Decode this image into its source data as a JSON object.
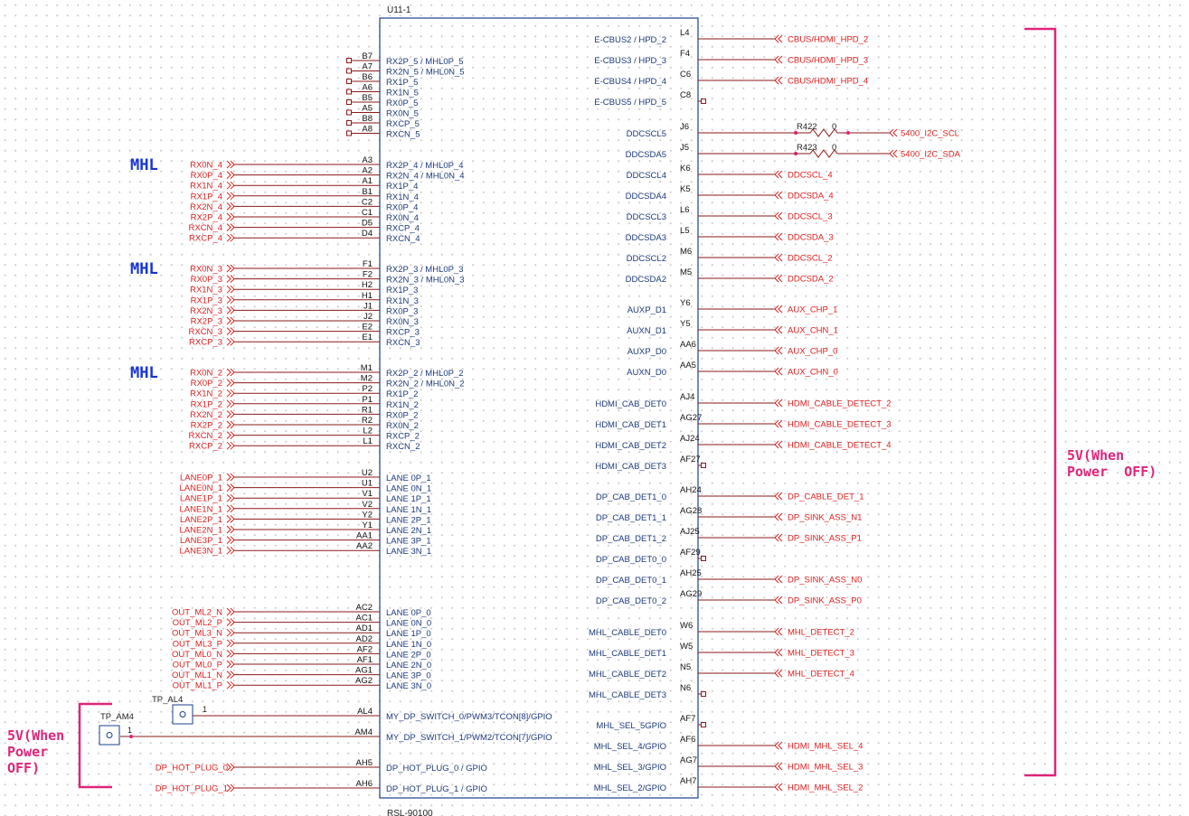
{
  "part": {
    "ref": "U11-1",
    "footer": "RSL-90100"
  },
  "annotations": {
    "mhl": "MHL",
    "five_v_right": "5V(When\nPower  OFF)",
    "five_v_left": "5V(When\nPower\nOFF)"
  },
  "testpoints": [
    {
      "label": "TP_AL4",
      "pin": "1",
      "net": "AL4"
    },
    {
      "label": "TP_AM4",
      "pin": "1",
      "net": "AM4"
    }
  ],
  "left_nc_pins": [
    {
      "pin": "B7",
      "name": "RX2P_5 / MHL0P_5"
    },
    {
      "pin": "A7",
      "name": "RX2N_5 / MHL0N_5"
    },
    {
      "pin": "B6",
      "name": "RX1P_5"
    },
    {
      "pin": "A6",
      "name": "RX1N_5"
    },
    {
      "pin": "B5",
      "name": "RX0P_5"
    },
    {
      "pin": "A5",
      "name": "RX0N_5"
    },
    {
      "pin": "B8",
      "name": "RXCP_5"
    },
    {
      "pin": "A8",
      "name": "RXCN_5"
    }
  ],
  "left_groups": [
    [
      {
        "net": "RX0N_4",
        "pin": "A3",
        "name": "RX2P_4 / MHL0P_4"
      },
      {
        "net": "RX0P_4",
        "pin": "A2",
        "name": "RX2N_4 / MHL0N_4"
      },
      {
        "net": "RX1N_4",
        "pin": "A1",
        "name": "RX1P_4"
      },
      {
        "net": "RX1P_4",
        "pin": "B1",
        "name": "RX1N_4"
      },
      {
        "net": "RX2N_4",
        "pin": "C2",
        "name": "RX0P_4"
      },
      {
        "net": "RX2P_4",
        "pin": "C1",
        "name": "RX0N_4"
      },
      {
        "net": "RXCN_4",
        "pin": "D5",
        "name": "RXCP_4"
      },
      {
        "net": "RXCP_4",
        "pin": "D4",
        "name": "RXCN_4"
      }
    ],
    [
      {
        "net": "RX0N_3",
        "pin": "F1",
        "name": "RX2P_3 / MHL0P_3"
      },
      {
        "net": "RX0P_3",
        "pin": "F2",
        "name": "RX2N_3 / MHL0N_3"
      },
      {
        "net": "RX1N_3",
        "pin": "H2",
        "name": "RX1P_3"
      },
      {
        "net": "RX1P_3",
        "pin": "H1",
        "name": "RX1N_3"
      },
      {
        "net": "RX2N_3",
        "pin": "J1",
        "name": "RX0P_3"
      },
      {
        "net": "RX2P_3",
        "pin": "J2",
        "name": "RX0N_3"
      },
      {
        "net": "RXCN_3",
        "pin": "E2",
        "name": "RXCP_3"
      },
      {
        "net": "RXCP_3",
        "pin": "E1",
        "name": "RXCN_3"
      }
    ],
    [
      {
        "net": "RX0N_2",
        "pin": "M1",
        "name": "RX2P_2 / MHL0P_2"
      },
      {
        "net": "RX0P_2",
        "pin": "M2",
        "name": "RX2N_2 / MHL0N_2"
      },
      {
        "net": "RX1N_2",
        "pin": "P2",
        "name": "RX1P_2"
      },
      {
        "net": "RX1P_2",
        "pin": "P1",
        "name": "RX1N_2"
      },
      {
        "net": "RX2N_2",
        "pin": "R1",
        "name": "RX0P_2"
      },
      {
        "net": "RX2P_2",
        "pin": "R2",
        "name": "RX0N_2"
      },
      {
        "net": "RXCN_2",
        "pin": "L2",
        "name": "RXCP_2"
      },
      {
        "net": "RXCP_2",
        "pin": "L1",
        "name": "RXCN_2"
      }
    ],
    [
      {
        "net": "LANE0P_1",
        "pin": "U2",
        "name": "LANE 0P_1"
      },
      {
        "net": "LANE0N_1",
        "pin": "U1",
        "name": "LANE 0N_1"
      },
      {
        "net": "LANE1P_1",
        "pin": "V1",
        "name": "LANE 1P_1"
      },
      {
        "net": "LANE1N_1",
        "pin": "V2",
        "name": "LANE 1N_1"
      },
      {
        "net": "LANE2P_1",
        "pin": "Y2",
        "name": "LANE 2P_1"
      },
      {
        "net": "LANE2N_1",
        "pin": "Y1",
        "name": "LANE 2N_1"
      },
      {
        "net": "LANE3P_1",
        "pin": "AA1",
        "name": "LANE 3P_1"
      },
      {
        "net": "LANE3N_1",
        "pin": "AA2",
        "name": "LANE 3N_1"
      }
    ],
    [
      {
        "net": "OUT_ML2_N",
        "pin": "AC2",
        "name": "LANE 0P_0"
      },
      {
        "net": "OUT_ML2_P",
        "pin": "AC1",
        "name": "LANE 0N_0"
      },
      {
        "net": "OUT_ML3_N",
        "pin": "AD1",
        "name": "LANE 1P_0"
      },
      {
        "net": "OUT_ML3_P",
        "pin": "AD2",
        "name": "LANE 1N_0"
      },
      {
        "net": "OUT_ML0_N",
        "pin": "AF2",
        "name": "LANE 2P_0"
      },
      {
        "net": "OUT_ML0_P",
        "pin": "AF1",
        "name": "LANE 2N_0"
      },
      {
        "net": "OUT_ML1_N",
        "pin": "AG1",
        "name": "LANE 3P_0"
      },
      {
        "net": "OUT_ML1_P",
        "pin": "AG2",
        "name": "LANE 3N_0"
      }
    ]
  ],
  "left_bottom": [
    {
      "net": "",
      "pin": "AL4",
      "name": "MY_DP_SWITCH_0/PWM3/TCON[8]/GPIO"
    },
    {
      "net": "",
      "pin": "AM4",
      "name": "MY_DP_SWITCH_1/PWM2/TCON[7]/GPIO"
    },
    {
      "net": "DP_HOT_PLUG_0",
      "pin": "AH5",
      "name": "DP_HOT_PLUG_0 / GPIO"
    },
    {
      "net": "DP_HOT_PLUG_1",
      "pin": "AH6",
      "name": "DP_HOT_PLUG_1 / GPIO"
    }
  ],
  "right_pins": [
    {
      "pin": "L4",
      "name": "E-CBUS2 / HPD_2",
      "net": "CBUS/HDMI_HPD_2"
    },
    {
      "pin": "F4",
      "name": "E-CBUS3 / HPD_3",
      "net": "CBUS/HDMI_HPD_3"
    },
    {
      "pin": "C6",
      "name": "E-CBUS4 / HPD_4",
      "net": "CBUS/HDMI_HPD_4"
    },
    {
      "pin": "C8",
      "name": "E-CBUS5 / HPD_5",
      "net": ""
    },
    {
      "pin": "J6",
      "name": "DDCSCL5",
      "net": "5400_I2C_SCL",
      "res": "R422",
      "val": "0"
    },
    {
      "pin": "J5",
      "name": "DDCSDA5",
      "net": "5400_I2C_SDA",
      "res": "R423",
      "val": "0"
    },
    {
      "pin": "K6",
      "name": "DDCSCL4",
      "net": "DDCSCL_4"
    },
    {
      "pin": "K5",
      "name": "DDCSDA4",
      "net": "DDCSDA_4"
    },
    {
      "pin": "L6",
      "name": "DDCSCL3",
      "net": "DDCSCL_3"
    },
    {
      "pin": "L5",
      "name": "DDCSDA3",
      "net": "DDCSDA_3"
    },
    {
      "pin": "M6",
      "name": "DDCSCL2",
      "net": "DDCSCL_2"
    },
    {
      "pin": "M5",
      "name": "DDCSDA2",
      "net": "DDCSDA_2"
    },
    {
      "pin": "Y6",
      "name": "AUXP_D1",
      "net": "AUX_CHP_1"
    },
    {
      "pin": "Y5",
      "name": "AUXN_D1",
      "net": "AUX_CHN_1"
    },
    {
      "pin": "AA6",
      "name": "AUXP_D0",
      "net": "AUX_CHP_0"
    },
    {
      "pin": "AA5",
      "name": "AUXN_D0",
      "net": "AUX_CHN_0"
    },
    {
      "pin": "AJ4",
      "name": "HDMI_CAB_DET0",
      "net": "HDMI_CABLE_DETECT_2"
    },
    {
      "pin": "AG27",
      "name": "HDMI_CAB_DET1",
      "net": "HDMI_CABLE_DETECT_3"
    },
    {
      "pin": "AJ24",
      "name": "HDMI_CAB_DET2",
      "net": "HDMI_CABLE_DETECT_4"
    },
    {
      "pin": "AF27",
      "name": "HDMI_CAB_DET3",
      "net": ""
    },
    {
      "pin": "AH24",
      "name": "DP_CAB_DET1_0",
      "net": "DP_CABLE_DET_1"
    },
    {
      "pin": "AG28",
      "name": "DP_CAB_DET1_1",
      "net": "DP_SINK_ASS_N1"
    },
    {
      "pin": "AJ25",
      "name": "DP_CAB_DET1_2",
      "net": "DP_SINK_ASS_P1"
    },
    {
      "pin": "AF29",
      "name": "DP_CAB_DET0_0",
      "net": ""
    },
    {
      "pin": "AH25",
      "name": "DP_CAB_DET0_1",
      "net": "DP_SINK_ASS_N0"
    },
    {
      "pin": "AG29",
      "name": "DP_CAB_DET0_2",
      "net": "DP_SINK_ASS_P0"
    },
    {
      "pin": "W6",
      "name": "MHL_CABLE_DET0",
      "net": "MHL_DETECT_2"
    },
    {
      "pin": "W5",
      "name": "MHL_CABLE_DET1",
      "net": "MHL_DETECT_3"
    },
    {
      "pin": "N5",
      "name": "MHL_CABLE_DET2",
      "net": "MHL_DETECT_4"
    },
    {
      "pin": "N6",
      "name": "MHL_CABLE_DET3",
      "net": ""
    },
    {
      "pin": "AF7",
      "name": "MHL_SEL_5GPIO",
      "net": ""
    },
    {
      "pin": "AF6",
      "name": "MHL_SEL_4/GPIO",
      "net": "HDMI_MHL_SEL_4"
    },
    {
      "pin": "AG7",
      "name": "MHL_SEL_3/GPIO",
      "net": "HDMI_MHL_SEL_3"
    },
    {
      "pin": "AH7",
      "name": "MHL_SEL_2/GPIO",
      "net": "HDMI_MHL_SEL_2"
    }
  ],
  "colors": {
    "wire": "#8b1a1a",
    "pin_text": "#111111",
    "pin_name": "#1c3a7a",
    "net": "#e02020",
    "mhl": "#1633d6",
    "bracket": "#e0247a",
    "body": "#1a3f8f"
  }
}
